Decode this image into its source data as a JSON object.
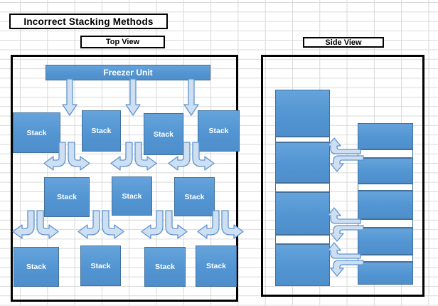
{
  "title": "Incorrect Stacking Methods",
  "top_view": {
    "label": "Top View",
    "freezer_unit": "Freezer Unit",
    "stack": "Stack",
    "stack_rows": [
      4,
      3,
      4
    ]
  },
  "side_view": {
    "label": "Side View",
    "left_column_boxes": 4,
    "right_column_boxes": 5
  },
  "colors": {
    "box_fill": "#5b9bd5",
    "box_border": "#41719c",
    "arrow_fill": "#cfdff2",
    "arrow_border": "#5d93ce",
    "grid_line": "#d9d9d9",
    "frame_border": "#000000"
  }
}
